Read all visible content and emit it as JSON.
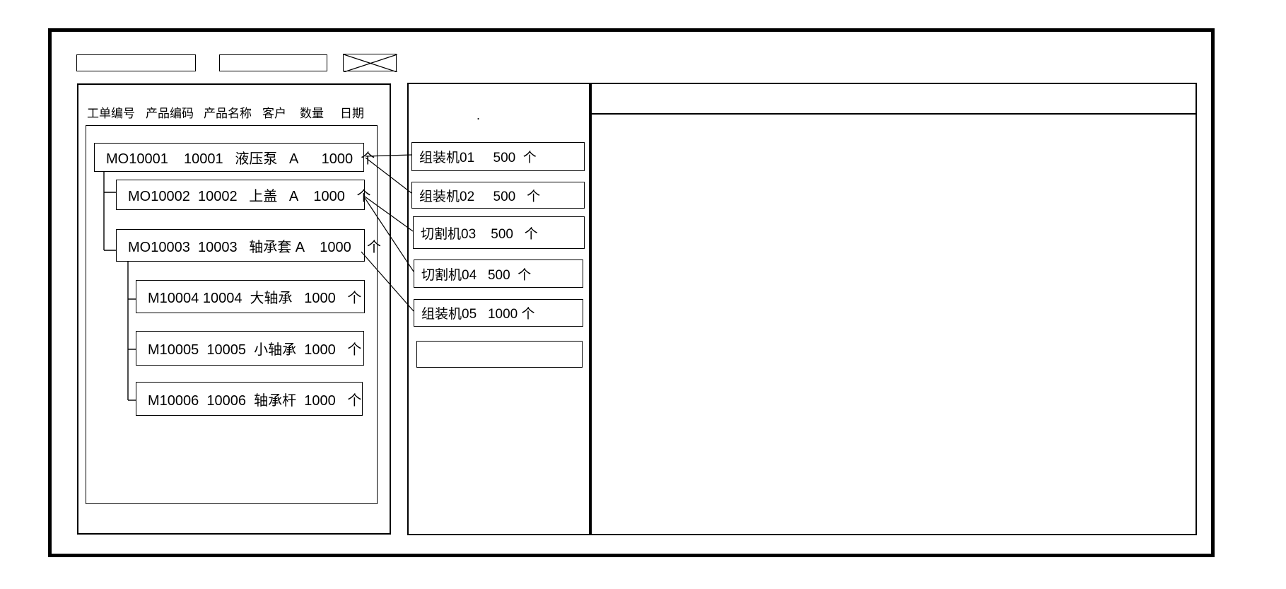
{
  "window": {
    "toolbar": {
      "field1_value": "",
      "field2_value": "",
      "placeholder_icon": "crossed-box"
    }
  },
  "left_panel": {
    "columns": [
      "工单编号",
      "产品编码",
      "产品名称",
      "客户",
      "数量",
      "日期"
    ],
    "orders": [
      {
        "order_no": "MO10001",
        "product_code": "10001",
        "product_name": "液压泵",
        "customer": "A",
        "qty": "1000",
        "unit": "个",
        "level": 1,
        "display": "MO10001    10001   液压泵   A      1000  个"
      },
      {
        "order_no": "MO10002",
        "product_code": "10002",
        "product_name": "上盖",
        "customer": "A",
        "qty": "1000",
        "unit": "个",
        "level": 2,
        "display": "MO10002  10002   上盖   A    1000   个"
      },
      {
        "order_no": "MO10003",
        "product_code": "10003",
        "product_name": "轴承套",
        "customer": "A",
        "qty": "1000",
        "unit": "个",
        "level": 2,
        "display": "MO10003  10003   轴承套 A    1000    个"
      },
      {
        "order_no": "M10004",
        "product_code": "10004",
        "product_name": "大轴承",
        "customer": "",
        "qty": "1000",
        "unit": "个",
        "level": 3,
        "display": "M10004 10004  大轴承   1000   个"
      },
      {
        "order_no": "M10005",
        "product_code": "10005",
        "product_name": "小轴承",
        "customer": "",
        "qty": "1000",
        "unit": "个",
        "level": 3,
        "display": "M10005  10005  小轴承  1000   个"
      },
      {
        "order_no": "M10006",
        "product_code": "10006",
        "product_name": "轴承杆",
        "customer": "",
        "qty": "1000",
        "unit": "个",
        "level": 3,
        "display": "M10006  10006  轴承杆  1000   个"
      }
    ]
  },
  "machine_panel": {
    "stray_mark": ".",
    "machines": [
      {
        "name": "组装机01",
        "qty": "500",
        "unit": "个",
        "display": "组装机01     500  个"
      },
      {
        "name": "组装机02",
        "qty": "500",
        "unit": "个",
        "display": "组装机02     500   个"
      },
      {
        "name": "切割机03",
        "qty": "500",
        "unit": "个",
        "display": "切割机03    500   个"
      },
      {
        "name": "切割机04",
        "qty": "500",
        "unit": "个",
        "display": "切割机04   500  个"
      },
      {
        "name": "组装机05",
        "qty": "1000",
        "unit": "个",
        "display": "组装机05   1000 个"
      },
      {
        "name": "",
        "qty": "",
        "unit": "",
        "display": ""
      }
    ]
  },
  "right_panel": {
    "content": ""
  },
  "connections": [
    {
      "from": "MO10001",
      "to": "组装机01"
    },
    {
      "from": "MO10001",
      "to": "组装机02"
    },
    {
      "from": "MO10002",
      "to": "切割机03"
    },
    {
      "from": "MO10002",
      "to": "切割机04"
    },
    {
      "from": "MO10003",
      "to": "组装机05"
    }
  ],
  "colors": {
    "line": "#000000",
    "background": "#ffffff"
  }
}
